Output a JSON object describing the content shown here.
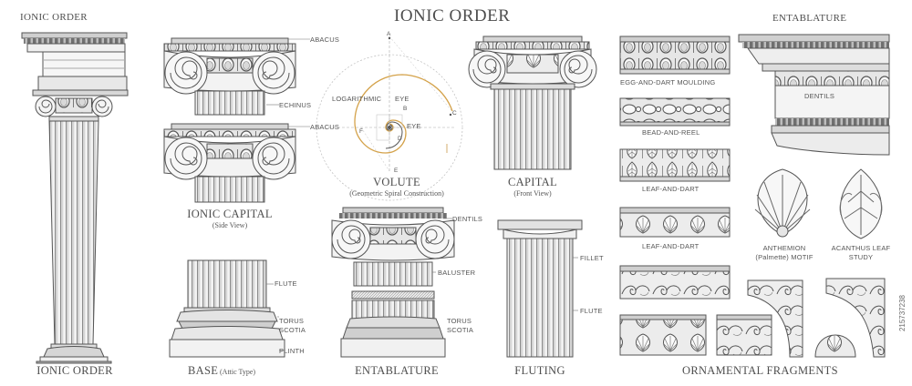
{
  "sheet": {
    "main_title": "IONIC ORDER",
    "corner_title_left": "IONIC ORDER",
    "corner_title_right": "ENTABLATURE",
    "watermark_id": "215737238"
  },
  "column": {
    "caption": "IONIC ORDER"
  },
  "capital_side": {
    "caption": "IONIC CAPITAL",
    "subcaption": "(Side View)",
    "labels": {
      "abacus_top": "ABACUS",
      "echinus": "ECHINUS",
      "abacus_lower": "ABACUS"
    }
  },
  "volute": {
    "caption": "VOLUTE",
    "subcaption": "(Geometric Spiral Construction)",
    "labels": {
      "logarithmic": "LOGARITHMIC",
      "eye_1": "EYE",
      "eye_2": "EYE"
    },
    "points": {
      "a": "A",
      "b": "B",
      "c": "C",
      "d": "D",
      "e": "E",
      "f": "F"
    }
  },
  "capital_front": {
    "caption": "CAPITAL",
    "subcaption": "(Front View)"
  },
  "base": {
    "caption": "BASE",
    "subcaption": "(Attic Type)",
    "labels": {
      "flute": "FLUTE",
      "torus": "TORUS",
      "scotia": "SCOTIA",
      "plinth": "PLINTH"
    }
  },
  "entablature_detail": {
    "caption": "ENTABLATURE",
    "labels": {
      "dentils": "DENTILS",
      "baluster": "BALUSTER",
      "torus": "TORUS",
      "scotia": "SCOTIA"
    }
  },
  "fluting": {
    "caption": "FLUTING",
    "labels": {
      "fillet": "FILLET",
      "flute": "FLUTE"
    }
  },
  "mouldings": {
    "egg_and_dart": "EGG-AND-DART MOULDING",
    "bead_and_reel": "BEAD-AND-REEL",
    "leaf_and_dart_1": "LEAF-AND-DART",
    "leaf_and_dart_2": "LEAF-AND-DART",
    "fragments_caption": "ORNAMENTAL FRAGMENTS"
  },
  "entablature_corner": {
    "labels": {
      "dentils": "DENTILS"
    }
  },
  "anthemion": {
    "line1": "ANTHEMION",
    "line2": "(Palmette) MOTIF"
  },
  "acanthus": {
    "line1": "ACANTHUS LEAF",
    "line2": "STUDY"
  },
  "colors": {
    "ink": "#4a4a4a",
    "paper": "#ffffff",
    "shade": "#d9d9d9",
    "guide": "#d4a24a"
  }
}
